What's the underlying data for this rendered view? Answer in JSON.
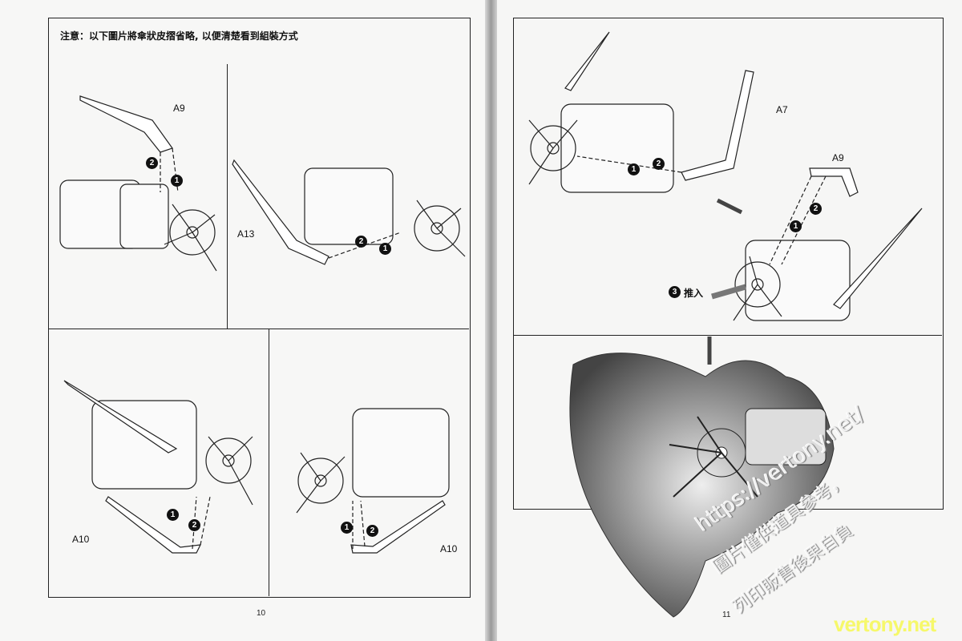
{
  "left_page": {
    "note": "注意：以下圖片將傘狀皮摺省略, 以便清楚看到組裝方式",
    "page_number": "10",
    "panels": [
      {
        "part_label": "A9",
        "steps": [
          "1",
          "2"
        ]
      },
      {
        "part_label": "A13",
        "steps": [
          "1",
          "2"
        ]
      },
      {
        "part_label": "A10",
        "steps": [
          "1",
          "2"
        ]
      },
      {
        "part_label": "A10",
        "steps": [
          "1",
          "2"
        ]
      }
    ]
  },
  "right_page": {
    "page_number": "11",
    "panels": [
      {
        "part_labels": [
          "A7",
          "A9"
        ],
        "steps": [
          "1",
          "2",
          "2",
          "1"
        ],
        "push_step": "3",
        "push_label": "推入"
      }
    ]
  },
  "watermark": {
    "url": "https://vertony.net/",
    "line1": "圖片僅供道具參考，",
    "line2": "列印販售後果自負",
    "site": "vertony.net"
  },
  "colors": {
    "ink": "#111111",
    "paper": "#f7f7f6",
    "watermark_yellow": "#f6f86a"
  }
}
